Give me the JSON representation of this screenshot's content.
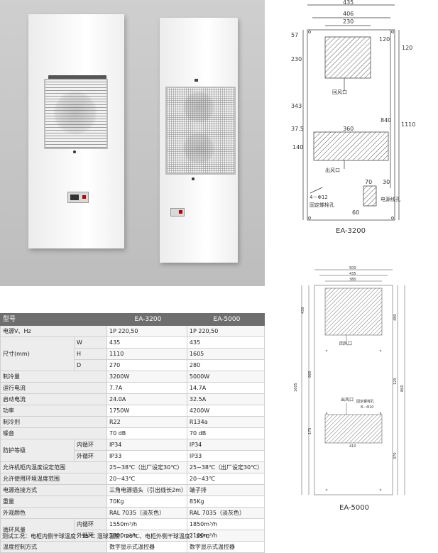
{
  "table": {
    "header": {
      "label": "型号",
      "model_a": "EA-3200",
      "model_b": "EA-5000"
    },
    "rows": {
      "power": {
        "label": "电源V、Hz",
        "a": "1P  220,50",
        "b": "1P  220,50"
      },
      "size_w": {
        "label": "尺寸(mm)",
        "sub": "W",
        "a": "435",
        "b": "435"
      },
      "size_h": {
        "sub": "H",
        "a": "1110",
        "b": "1605"
      },
      "size_d": {
        "sub": "D",
        "a": "270",
        "b": "280"
      },
      "cooling": {
        "label": "制冷量",
        "a": "3200W",
        "b": "5000W"
      },
      "run_current": {
        "label": "运行电流",
        "a": "7.7A",
        "b": "14.7A"
      },
      "start_current": {
        "label": "启动电流",
        "a": "24.0A",
        "b": "32.5A"
      },
      "power_w": {
        "label": "功率",
        "a": "1750W",
        "b": "4200W"
      },
      "refrigerant": {
        "label": "制冷剂",
        "a": "R22",
        "b": "R134a"
      },
      "noise": {
        "label": "噪音",
        "a": "70  dB",
        "b": "70  dB"
      },
      "ip_in": {
        "label": "防护等级",
        "sub": "内循环",
        "a": "IP34",
        "b": "IP34"
      },
      "ip_out": {
        "sub": "外循环",
        "a": "IP33",
        "b": "IP33"
      },
      "temp_set": {
        "label": "允许机柜内温度设定范围",
        "a": "25~38℃（出厂设定30℃）",
        "b": "25~38℃（出厂设定30℃）"
      },
      "env_temp": {
        "label": "允许使用环境温度范围",
        "a": "20~43℃",
        "b": "20~43℃"
      },
      "connection": {
        "label": "电源连接方式",
        "a": "三角电源插头（引出线长2m）",
        "b": "端子排"
      },
      "weight": {
        "label": "重量",
        "a": "70Kg",
        "b": "85Kg"
      },
      "color": {
        "label": "外观颜色",
        "a": "RAL  7035（淡灰色）",
        "b": "RAL  7035（淡灰色）"
      },
      "air_in": {
        "label": "循环风量",
        "sub": "内循环",
        "a": "1550m³/h",
        "b": "1850m³/h"
      },
      "air_out": {
        "sub": "外循环",
        "a": "1800m³/h",
        "b": "2100m³/h"
      },
      "control": {
        "label": "温度控制方式",
        "a": "数字显示式温控器",
        "b": "数字显示式温控器"
      }
    },
    "footnote": "测试工况：电柜内侧干球温度：35℃      湿球温度：26℃、电柜外侧干球温度：35℃"
  },
  "drawing_a": {
    "title": "EA-3200",
    "dims": {
      "w435": "435",
      "w406": "406",
      "w230": "230",
      "w360": "360",
      "d57": "57",
      "d230": "230",
      "d343": "343",
      "d37_5": "37.5",
      "d140": "140",
      "d120a": "120",
      "d840": "840",
      "d1110": "1110",
      "d120b": "120",
      "d70": "70",
      "d30": "30",
      "d60": "60"
    },
    "labels": {
      "return_air": "回风口",
      "outlet_air": "出风口",
      "holes": "4－Φ12",
      "bolt_hole": "固定螺栓孔",
      "cable_hole": "电源线孔"
    }
  },
  "drawing_b": {
    "title": "EA-5000",
    "dims": {
      "w500": "500",
      "w435": "435",
      "w380": "380",
      "d430": "430",
      "d410": "410",
      "d480": "480",
      "d1605": "1605",
      "d665": "665",
      "d175": "175",
      "d370": "370",
      "d120": "120",
      "d860": "860"
    },
    "labels": {
      "return_air": "回风口",
      "outlet_air": "出风口",
      "bolt_hole": "固定螺栓孔",
      "holes": "8－Φ10"
    }
  },
  "colors": {
    "header_bg": "#6e6e6e",
    "hatch": "#555555",
    "photo_bg": "#c8c8c8"
  }
}
